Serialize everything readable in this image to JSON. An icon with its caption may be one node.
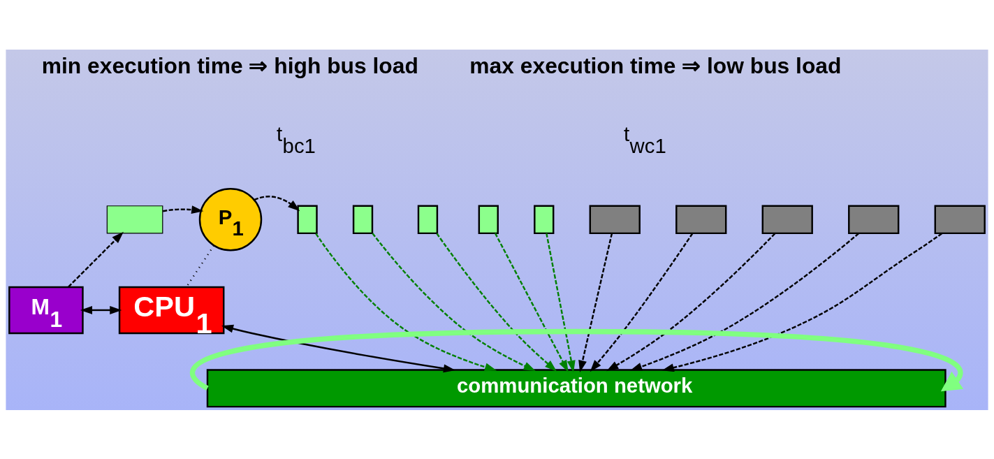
{
  "diagram": {
    "nodes": [
      {
        "text": [],
        "shape": "box"
      },
      {
        "text": [
          "P$_{1}$"
        ]
      },
      {
        "text": [
          "M$_{1}$"
        ]
      },
      {
        "text": [
          "CPU$_{1}$"
        ]
      },
      {
        "text": [],
        "shape": "box"
      },
      {
        "text": [],
        "shape": "box"
      },
      {
        "text": [],
        "shape": "box"
      },
      {
        "text": [],
        "shape": "box"
      },
      {
        "text": [],
        "shape": "box"
      },
      {
        "text": [],
        "shape": "box"
      },
      {
        "text": [],
        "shape": "box"
      },
      {
        "text": [],
        "shape": "box"
      },
      {
        "text": [],
        "shape": "box"
      },
      {
        "text": [],
        "shape": "box"
      },
      {
        "text": [
          "communication network"
        ]
      }
    ],
    "edges": [
      {
        "from": 2,
        "to": 0,
        "arrow": "to",
        "style": "dashed"
      },
      {
        "from": 0,
        "to": 1,
        "arrow": "to",
        "style": "dashed"
      },
      {
        "from": 1,
        "to": 4,
        "arrow": "to",
        "style": "dashed"
      },
      {
        "from": 1,
        "to": 3,
        "arrow": "none",
        "style": "dashed"
      },
      {
        "from": 2,
        "to": 3,
        "arrow": "both"
      },
      {
        "from": 3,
        "to": 14,
        "arrow": "both"
      },
      {
        "from": 4,
        "to": 14,
        "arrow": "to",
        "style": "dashed",
        "color": "#008000"
      },
      {
        "from": 5,
        "to": 14,
        "arrow": "to",
        "style": "dashed",
        "color": "#008000"
      },
      {
        "from": 6,
        "to": 14,
        "arrow": "to",
        "style": "dashed",
        "color": "#008000"
      },
      {
        "from": 7,
        "to": 14,
        "arrow": "to",
        "style": "dashed",
        "color": "#008000"
      },
      {
        "from": 8,
        "to": 14,
        "arrow": "to",
        "style": "dashed",
        "color": "#008000"
      },
      {
        "from": 9,
        "to": 14,
        "arrow": "to",
        "style": "dashed"
      },
      {
        "from": 10,
        "to": 14,
        "arrow": "to",
        "style": "dashed"
      },
      {
        "from": 11,
        "to": 14,
        "arrow": "to",
        "style": "dashed"
      },
      {
        "from": 12,
        "to": 14,
        "arrow": "to",
        "style": "dashed"
      },
      {
        "from": 13,
        "to": 14,
        "arrow": "to",
        "style": "dashed"
      },
      {
        "from": 14,
        "to": 14,
        "arrow": "to",
        "style": "thick",
        "color": "#80ff80"
      }
    ],
    "labels": [
      "min execution time ⇒ high bus load",
      "max execution time ⇒ low bus load",
      "t$_{bc1}$",
      "t$_{wc1}$"
    ]
  }
}
